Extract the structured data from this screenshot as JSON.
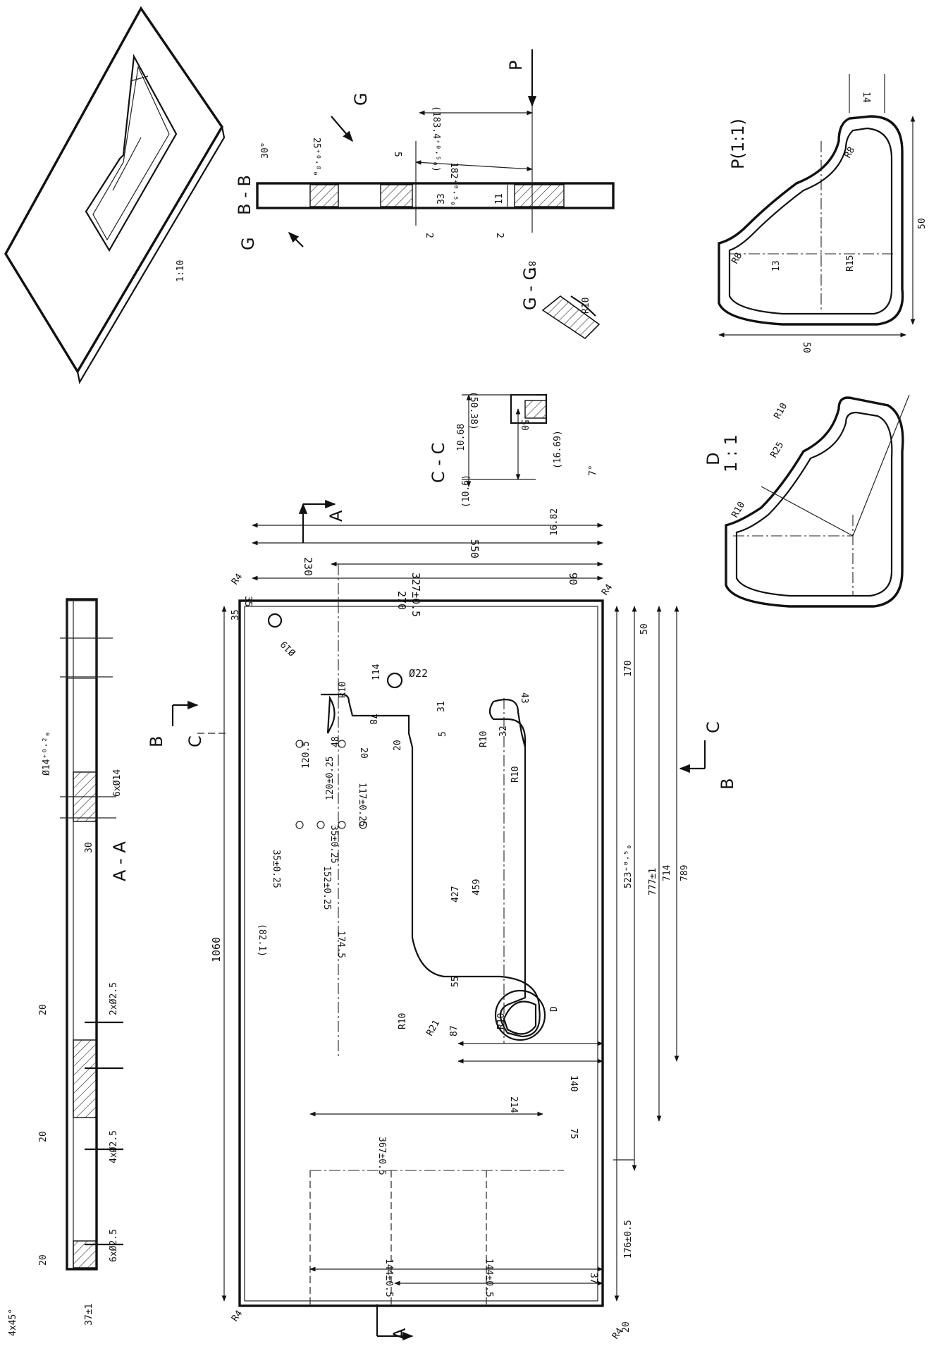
{
  "iso": {
    "scale": "1:10"
  },
  "section_aa": {
    "title": "A - A",
    "labels": {
      "chamfer": "4x45°",
      "d37": "37±1",
      "d20a": "20",
      "h6x25": "6xØ2.5",
      "d20b": "20",
      "h4x25": "4xØ2.5",
      "d20c": "20",
      "h2x25": "2xØ2.5",
      "d30": "30",
      "h6x14": "6xØ14",
      "h14tol": "Ø14⁺⁰·²₀"
    }
  },
  "plan": {
    "cut_a_bottom": "A",
    "cut_a_top": "A",
    "cut_b_left": "B",
    "cut_c_left": "C",
    "cut_b_right": "B",
    "cut_c_right": "C",
    "dims": {
      "overall_len": "1060",
      "overall_w": "550",
      "d230": "230",
      "d327": "327±0.5",
      "d270": "270",
      "d90": "90",
      "r4_tl": "R4",
      "r4_tr": "R4",
      "r4_bl": "R4",
      "r4_br": "R4",
      "d35a": "35",
      "d35b": "35",
      "phi19": "Ø19",
      "phi22": "Ø22",
      "d114": "114",
      "r10_a": "R10",
      "d78": "78",
      "d31": "31",
      "d5": "5",
      "d20_1": "20",
      "d20_2": "20",
      "d48": "48",
      "d1205": "120.5",
      "d120t": "120±0.25",
      "d117": "117±0.25",
      "d35t1": "35±0.25",
      "d35t2": "35±0.25",
      "d152": "152±0.25",
      "d1745": "174.5",
      "d821": "(82.1)",
      "d427": "427",
      "d459": "459",
      "d55": "55",
      "r10_b": "R10",
      "r21": "R21",
      "d87": "87",
      "r10_c": "R10",
      "r10_d": "R10",
      "d32": "32",
      "d43": "43",
      "r10_e": "R10",
      "detail_d": "D",
      "d140": "140",
      "d214": "214",
      "d75": "75",
      "d367": "367±0.5",
      "d144a": "144±0.5",
      "d144b": "144±0.5",
      "d37b": "37",
      "d20_3": "20",
      "d170": "170",
      "d50": "50",
      "d523": "523⁺⁰·⁵₀",
      "d777": "777±1",
      "d714": "714",
      "d789": "789",
      "d176": "176±0.5"
    }
  },
  "section_bb": {
    "title": "B - B",
    "g_left": "G",
    "g_right": "G",
    "p_label": "P",
    "angle30": "30°",
    "d25": "25⁺⁰·⁸₀",
    "d5": "5",
    "d1834": "(183.4⁺⁰·⁵₀)",
    "d1828": "182⁺⁰·⁵₀",
    "d33": "33",
    "d11": "11",
    "d2a": "2",
    "d2b": "2",
    "d8": "8°"
  },
  "section_gg": {
    "title": "G - G",
    "r10": "R10"
  },
  "section_cc": {
    "title": "C - C",
    "d5038": "(50.38)",
    "d1068": "10.68",
    "d1061": "(10.6)",
    "d50": "50",
    "d1669": "(16.69)",
    "d1682": "16.82",
    "d7": "7°"
  },
  "detail_d": {
    "title": "D",
    "scale": "1 : 1",
    "r10a": "R10",
    "r25": "R25",
    "r10b": "R10"
  },
  "detail_p": {
    "title": "P(1:1)",
    "d14": "14",
    "r8a": "R8",
    "r8b": "R8",
    "d13": "13",
    "r15": "R15",
    "d50a": "50",
    "d50b": "50"
  }
}
